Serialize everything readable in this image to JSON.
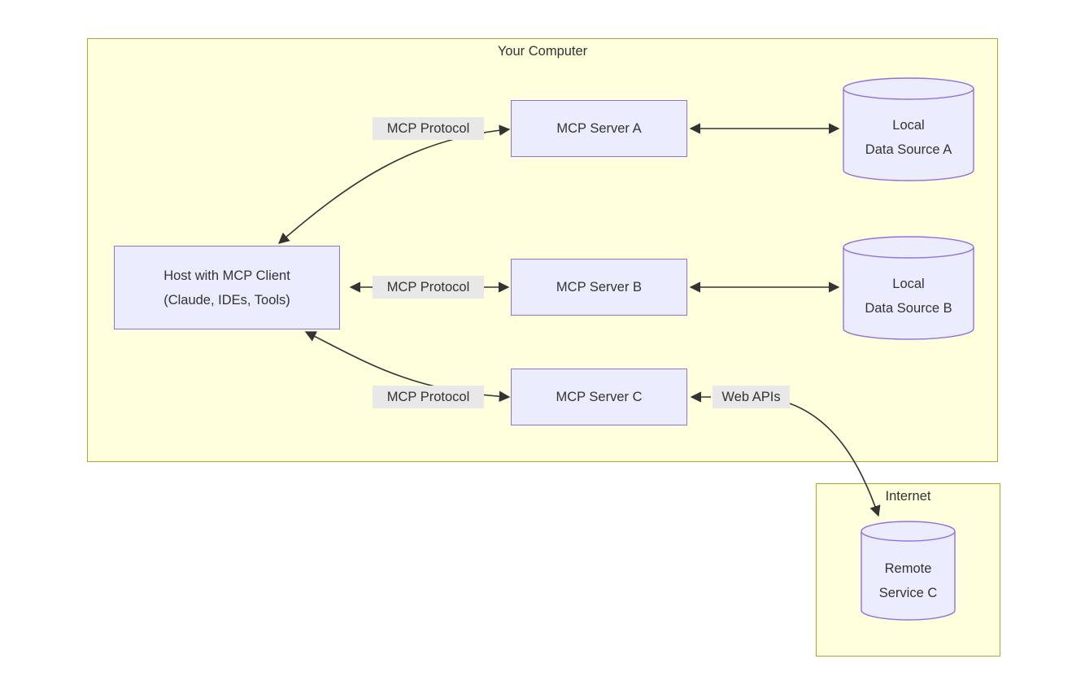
{
  "diagram": {
    "clusters": {
      "your_computer": {
        "title": "Your Computer"
      },
      "internet": {
        "title": "Internet"
      }
    },
    "nodes": {
      "host": {
        "line1": "Host with MCP Client",
        "line2": "(Claude, IDEs, Tools)"
      },
      "server_a": {
        "label": "MCP Server A"
      },
      "server_b": {
        "label": "MCP Server B"
      },
      "server_c": {
        "label": "MCP Server C"
      },
      "data_source_a": {
        "line1": "Local",
        "line2": "Data Source A"
      },
      "data_source_b": {
        "line1": "Local",
        "line2": "Data Source B"
      },
      "remote_service_c": {
        "line1": "Remote",
        "line2": "Service C"
      }
    },
    "edge_labels": {
      "host_server_a": "MCP Protocol",
      "host_server_b": "MCP Protocol",
      "host_server_c": "MCP Protocol",
      "server_c_remote": "Web APIs"
    },
    "colors": {
      "cluster_fill": "#ffffde",
      "cluster_border": "#aaaa33",
      "node_fill": "#ececff",
      "node_border": "#9370db",
      "edge": "#333333",
      "edge_label_bg": "#e8e8e8",
      "text": "#333333"
    }
  }
}
